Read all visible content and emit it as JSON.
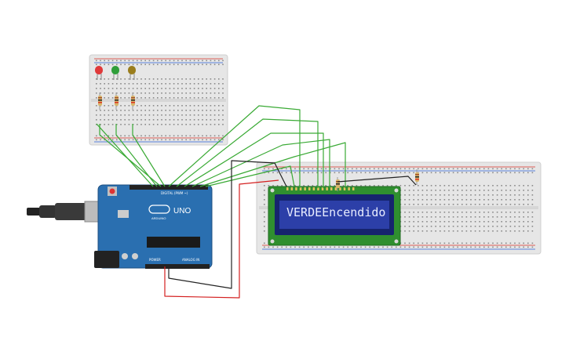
{
  "lcd": {
    "text": "VERDEEncendido"
  },
  "arduino": {
    "logo": "UNO",
    "brand": "ARDUINO",
    "digital_label": "DIGITAL (PWM ~)",
    "power_label": "POWER",
    "analog_label": "ANALOG IN"
  },
  "leds": [
    {
      "color": "#e0393a",
      "name": "red"
    },
    {
      "color": "#2f9e3a",
      "name": "green"
    },
    {
      "color": "#9a7d1c",
      "name": "yellow"
    }
  ],
  "colors": {
    "breadboard": "#e6e6e6",
    "breadboard_edge": "#cfcfcf",
    "rail_red": "#d93025",
    "rail_blue": "#2b5fd9",
    "arduino_board": "#2a6fb0",
    "lcd_pcb": "#2f8f2f",
    "lcd_screen": "#2c3fa8",
    "wire_green": "#3aaa35",
    "wire_red": "#d42020",
    "wire_black": "#222222"
  }
}
